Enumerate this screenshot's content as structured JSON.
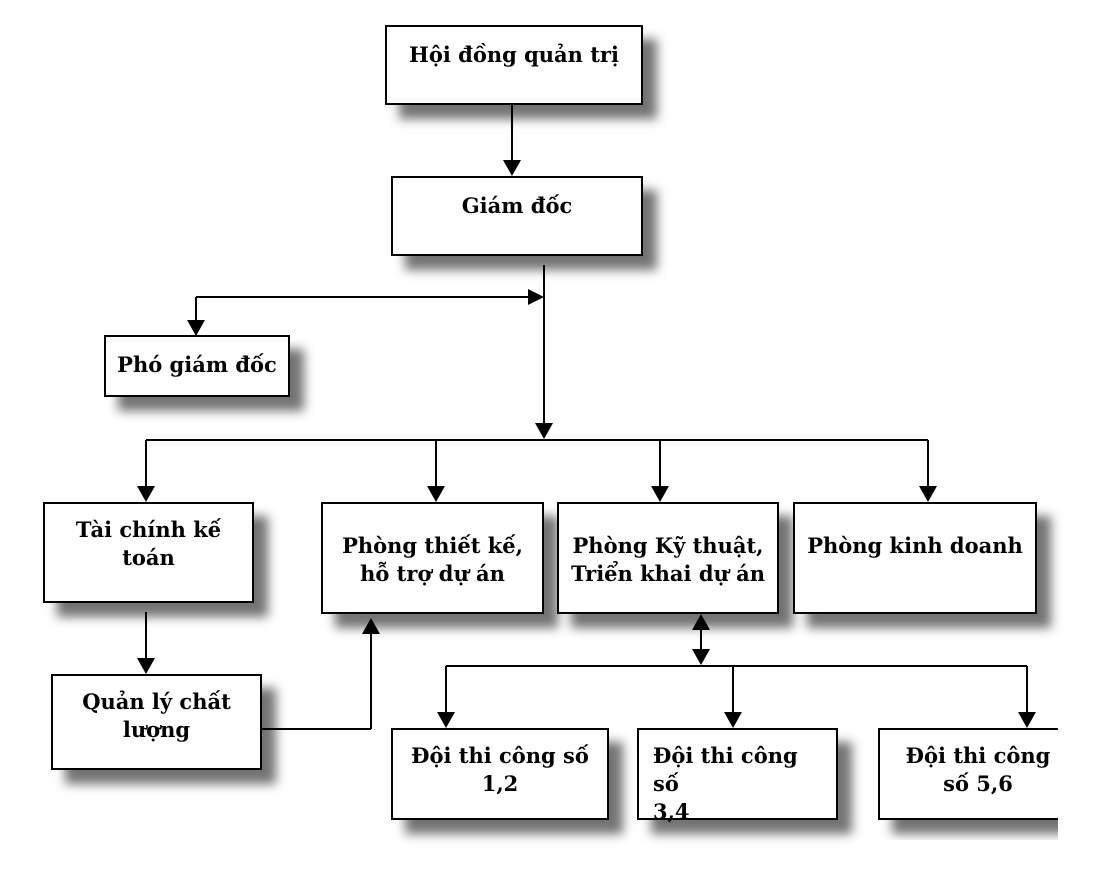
{
  "nodes": {
    "board": "Hội đồng quản trị",
    "director": "Giám đốc",
    "deputy": "Phó giám đốc",
    "finance_line1": "Tài chính kế",
    "finance_line2": "toán",
    "design_line1": "Phòng thiết kế,",
    "design_line2": "hỗ trợ dự án",
    "tech_line1": "Phòng Kỹ thuật,",
    "tech_line2": "Triển khai dự án",
    "sales": "Phòng kinh doanh",
    "qa_line1": "Quản lý chất",
    "qa_line2": "lượng",
    "team12_line1": "Đội thi công số",
    "team12_line2": "1,2",
    "team34_line1": "Đội thi công số",
    "team34_line2": "3,4",
    "team56_line1": "Đội thi công",
    "team56_line2": "số 5,6"
  },
  "colors": {
    "line": "#000000",
    "box_border": "#000000",
    "box_fill": "#ffffff",
    "shadow": "#4d4d4d"
  }
}
